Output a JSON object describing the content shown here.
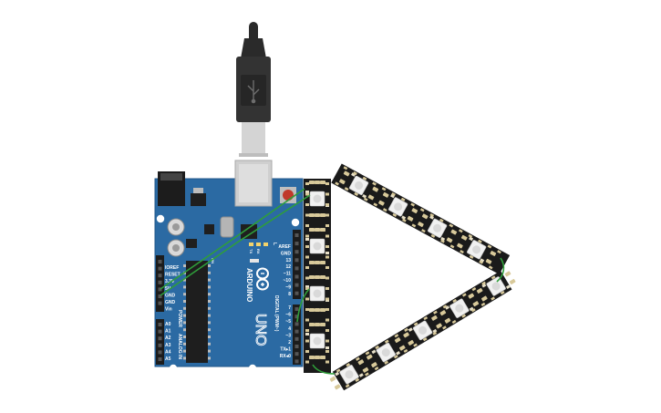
{
  "board": {
    "brand": "ARDUINO",
    "model": "UNO",
    "power_header": "POWER",
    "analog_header": "ANALOG IN",
    "digital_header": "DIGITAL (PWM~)",
    "led_labels": [
      "L",
      "TX",
      "RX",
      "ON"
    ],
    "power_pins": [
      "IOREF",
      "RESET",
      "3.3V",
      "5V",
      "GND",
      "GND",
      "Vin"
    ],
    "analog_pins": [
      "A0",
      "A1",
      "A2",
      "A3",
      "A4",
      "A5"
    ],
    "digital_top_pins": [
      "AREF",
      "GND",
      "13",
      "12",
      "~11",
      "~10",
      "~9",
      "8"
    ],
    "digital_bottom_pins": [
      "7",
      "~6",
      "~5",
      "4",
      "~3",
      "2",
      "TX▸1",
      "RX◂0"
    ]
  },
  "colors": {
    "board": "#2b6aa3",
    "usb_plug": "#2a2a2a",
    "usb_metal": "#d4d4d4",
    "led_strip": "#1a1a1a",
    "wire": "#2f9e3a",
    "jack": "#1c1c1c"
  },
  "icons": {
    "usb": "usb-icon",
    "logo": "arduino-infinity-logo"
  },
  "strips": {
    "left_count": 4,
    "top_count": 4,
    "bottom_count": 5
  }
}
